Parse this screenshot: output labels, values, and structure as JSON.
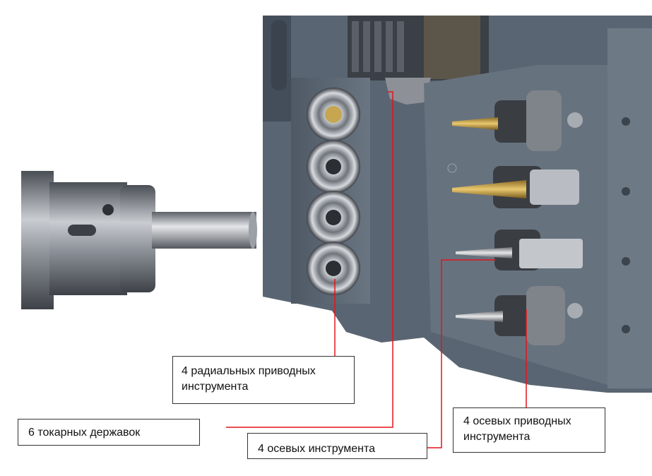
{
  "callouts": {
    "radial_driven": {
      "line1": "4 радиальных приводных",
      "line2": "инструмента"
    },
    "turning_holders": {
      "text": "6 токарных державок"
    },
    "axial": {
      "text": "4  осевых инструмента"
    },
    "axial_driven": {
      "line1": "4  осевых приводных",
      "line2": "инструмента"
    }
  },
  "colors": {
    "leader_line": "#e4141b",
    "turret_body": "#55606e",
    "holder_metal": "#b8bcc2",
    "drill_gold": "#c8a14a"
  }
}
